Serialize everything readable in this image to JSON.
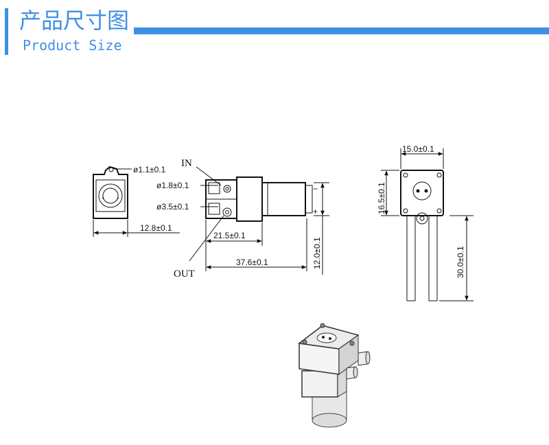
{
  "header": {
    "title_cn": "产品尺寸图",
    "title_en": "Product Size",
    "accent_color": "#3f8fe6"
  },
  "side_view": {
    "label_in": "IN",
    "label_out": "OUT",
    "dim_hole_small": "ø1.1±0.1",
    "dim_hole_in": "ø1.8±0.1",
    "dim_hole_out": "ø3.5±0.1",
    "dim_width": "12.8±0.1",
    "dim_port_offset": "21.5±0.1",
    "dim_total_length": "37.6±0.1",
    "dim_height": "12.0±0.1",
    "polarity_minus": "−",
    "polarity_plus": "+"
  },
  "top_view": {
    "dim_width": "15.0±0.1",
    "dim_height": "16.5±0.1",
    "dim_pin_length": "30.0±0.1"
  },
  "photo": {
    "icon": "pump-3d-render-icon"
  }
}
